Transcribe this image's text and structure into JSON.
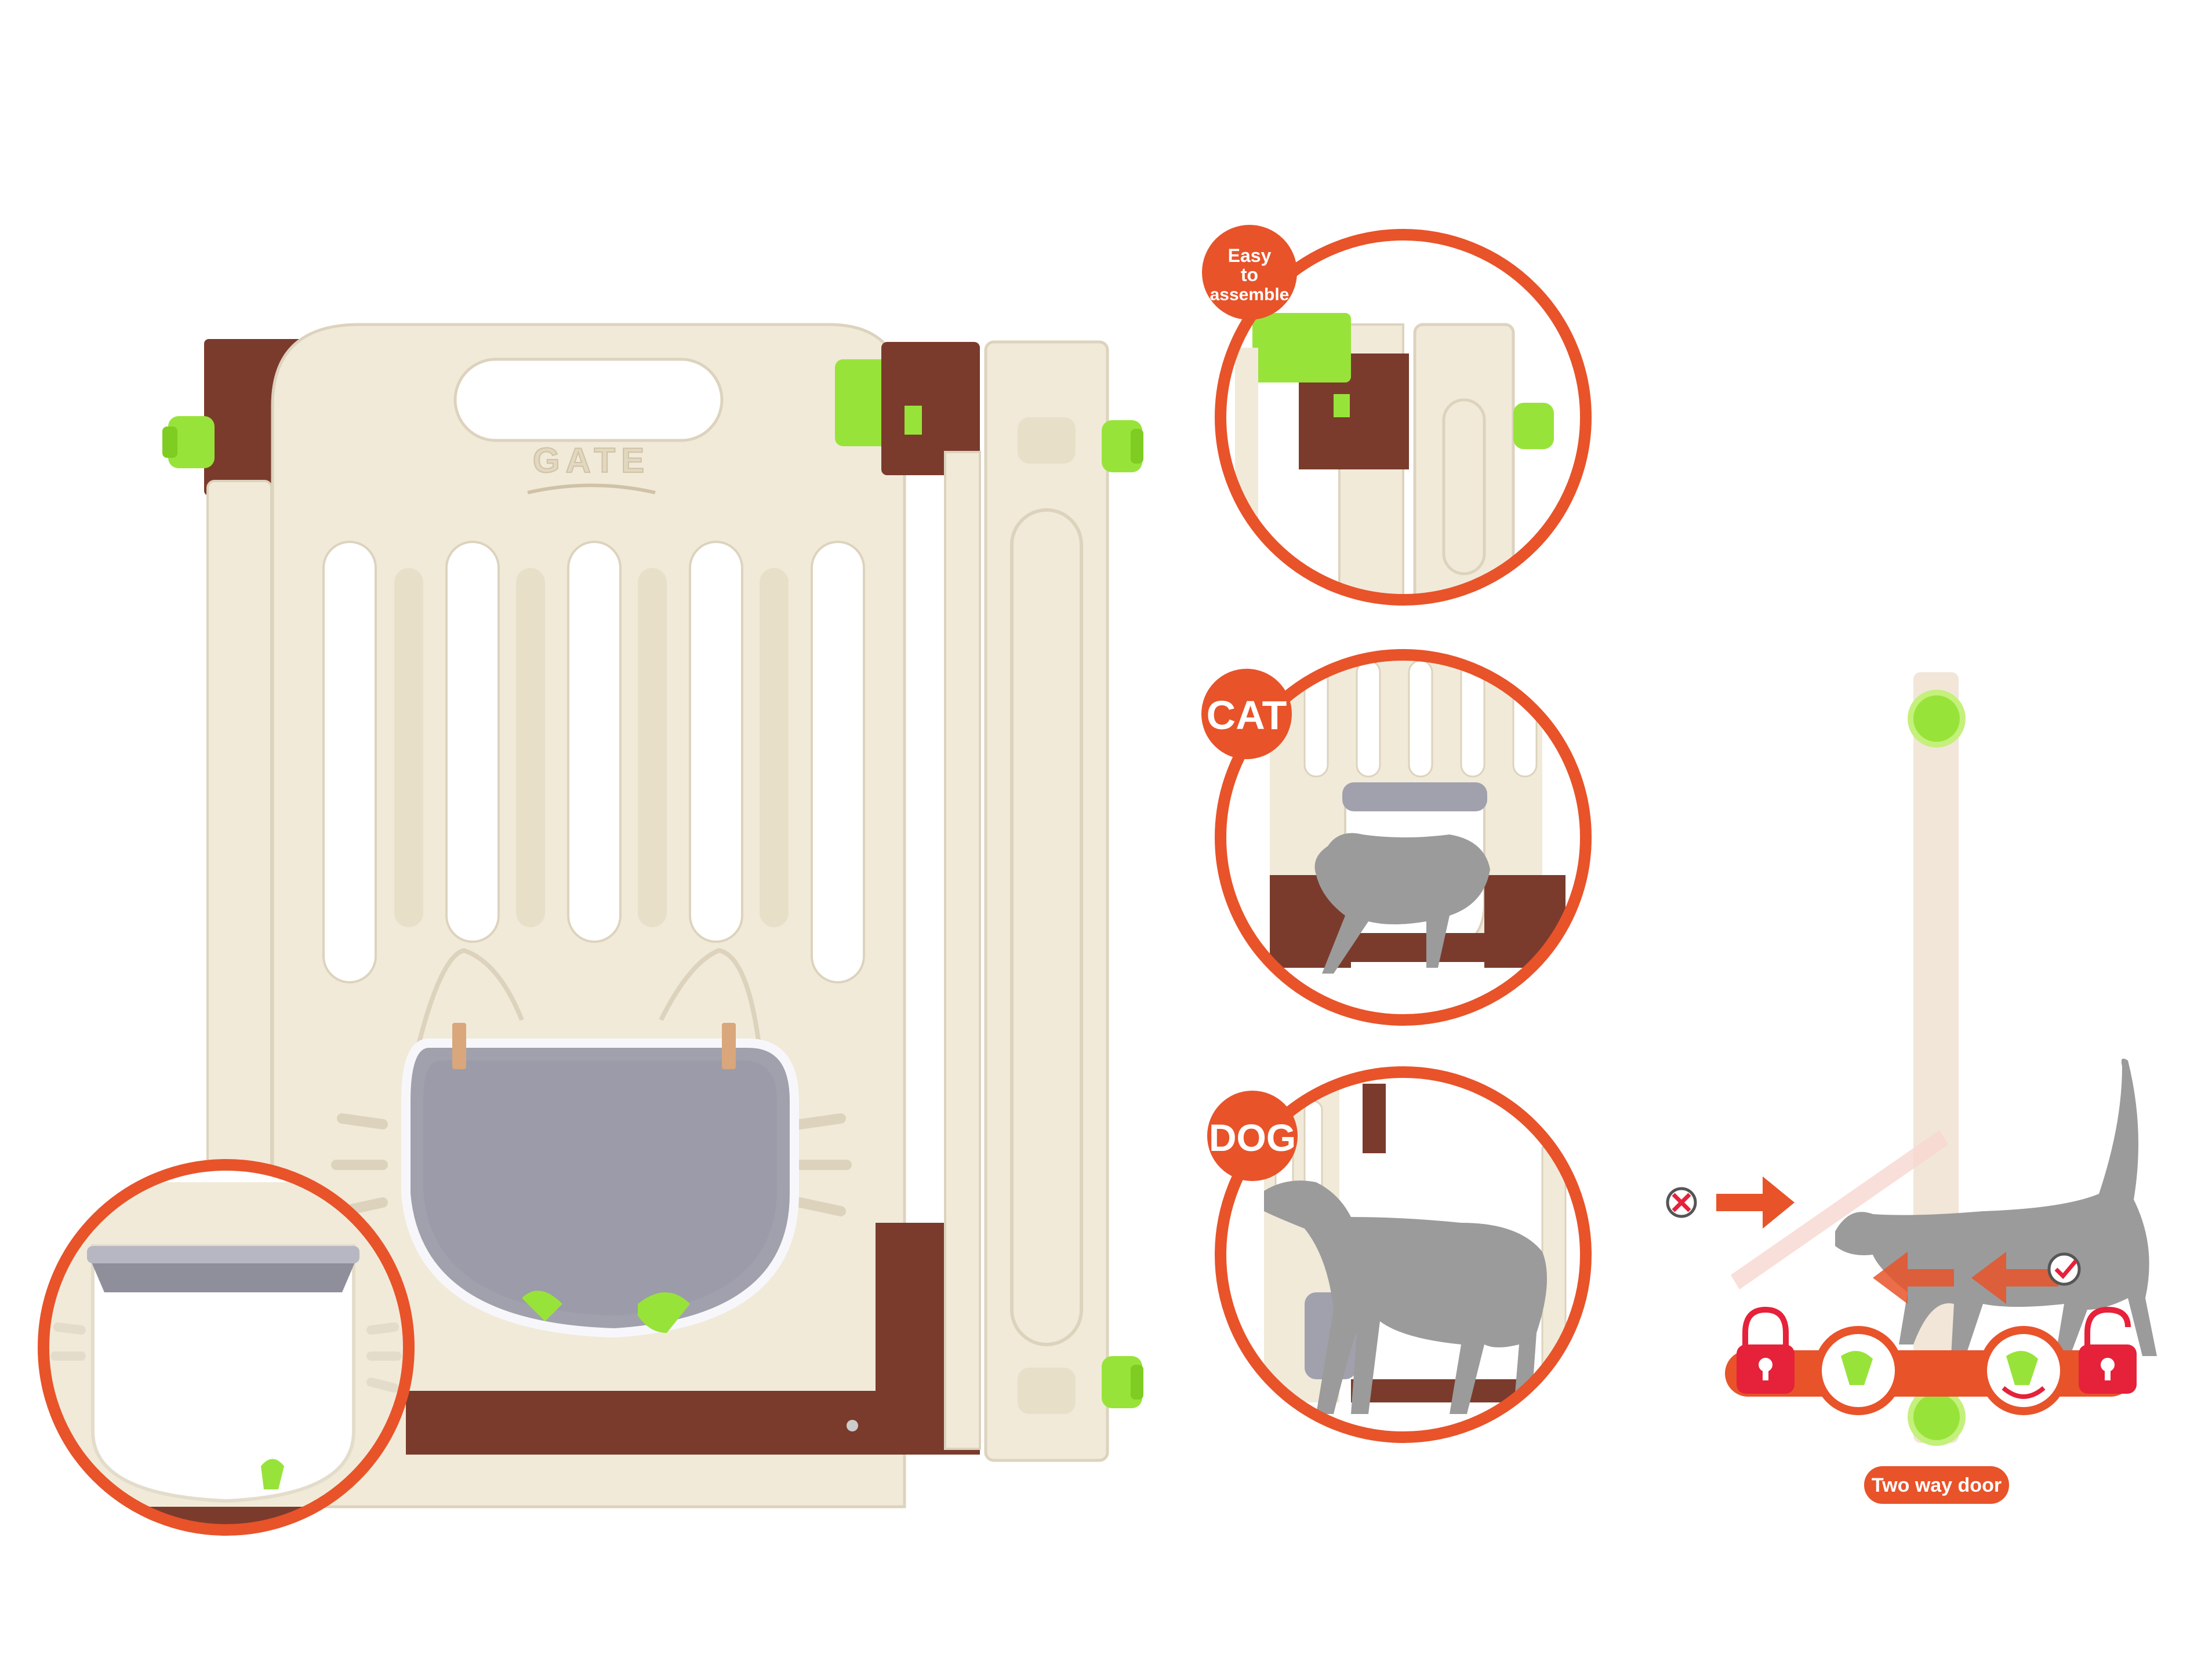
{
  "gate": {
    "emboss_text": "GATE"
  },
  "callouts": {
    "assemble": {
      "line1": "Easy",
      "line2": "to",
      "line3": "assemble"
    },
    "cat": {
      "label": "CAT"
    },
    "dog": {
      "label": "DOG"
    }
  },
  "diagram": {
    "caption": "Two way door"
  },
  "colors": {
    "accent_orange": "#e8532a",
    "gate_cream": "#f1ead9",
    "frame_brown": "#7a3b2c",
    "bolt_green": "#98e33a",
    "flap_gray": "#9a9aa8",
    "lock_red": "#e6213a",
    "silhouette_gray": "#9b9b9b"
  },
  "icons": [
    "lock-icon",
    "unlock-icon",
    "check-icon",
    "cross-icon",
    "arrow-right-icon",
    "arrow-left-icon"
  ]
}
